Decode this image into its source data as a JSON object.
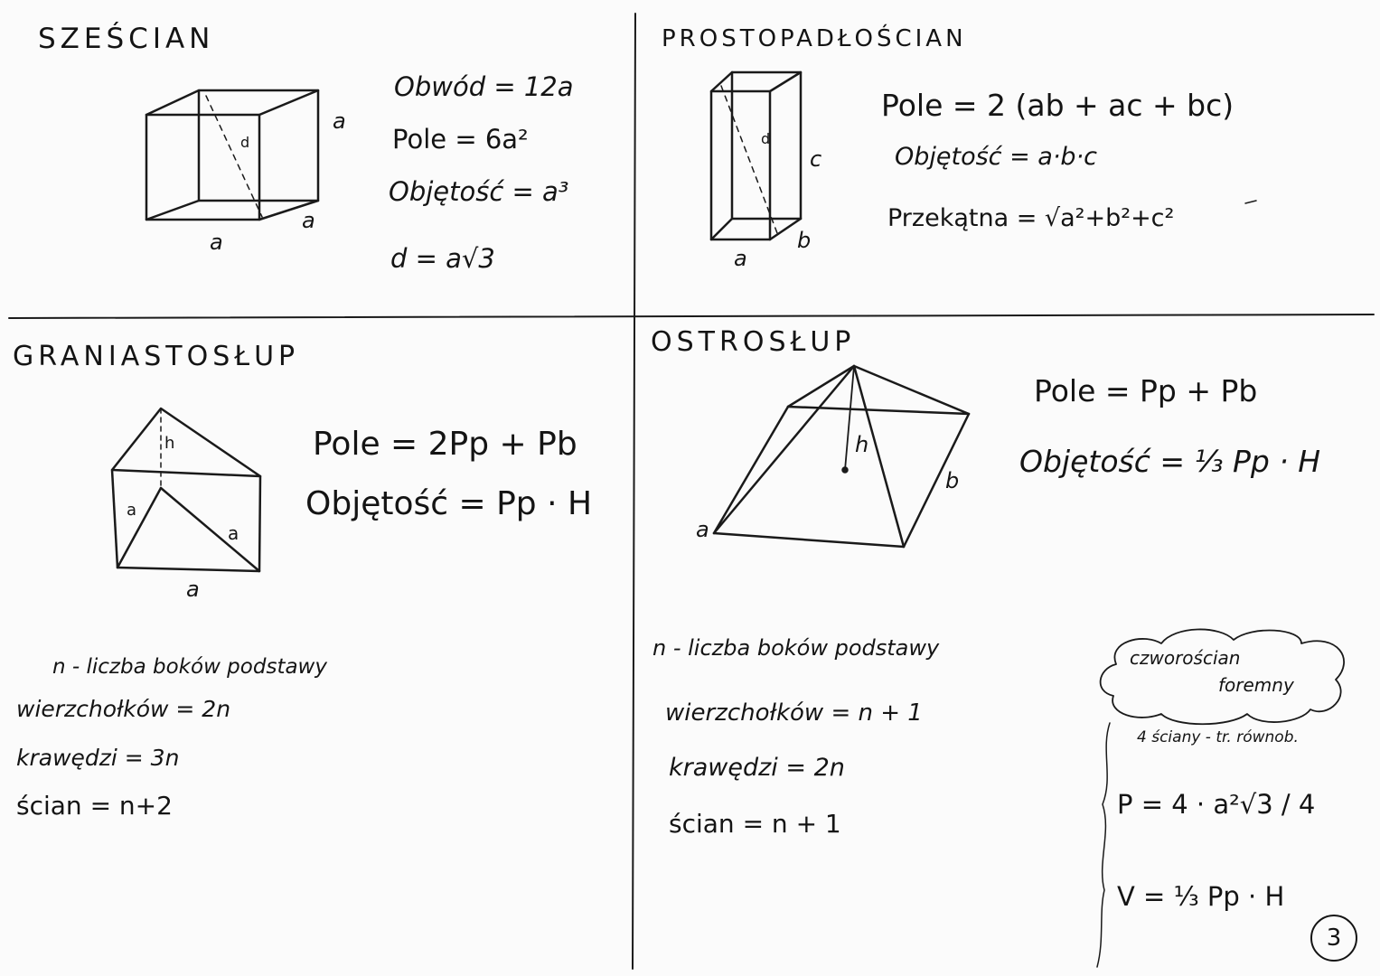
{
  "szescian": {
    "title": "SZEŚCIAN",
    "obwod": "Obwód = 12a",
    "pole": "Pole = 6a²",
    "objetosc": "Objętość = a³",
    "d": "d = a√3",
    "labels": {
      "a_bottom": "a",
      "a_side": "a",
      "a_right": "a",
      "d": "d"
    }
  },
  "prostopadloscian": {
    "title": "PROSTOPADŁOŚCIAN",
    "pole": "Pole = 2 (ab + ac + bc)",
    "objetosc": "Objętość = a·b·c",
    "przekatna": "Przekątna = √a²+b²+c²",
    "labels": {
      "a": "a",
      "b": "b",
      "c": "c",
      "d": "d"
    }
  },
  "graniastoslup": {
    "title": "GRANIASTOSŁUP",
    "pole": "Pole = 2Pp + Pb",
    "objetosc": "Objętość = Pp · H",
    "n_def": "n - liczba boków podstawy",
    "wierzcholkow": "wierzchołków = 2n",
    "krawedzi": "krawędzi = 3n",
    "scian": "ścian = n+2",
    "labels": {
      "h": "h",
      "a_left": "a",
      "a_right": "a",
      "a_bottom": "a"
    }
  },
  "ostroslup": {
    "title": "OSTROSŁUP",
    "pole": "Pole = Pp + Pb",
    "objetosc": "Objętość = ⅓ Pp · H",
    "n_def": "n - liczba boków podstawy",
    "wierzcholkow": "wierzchołków = n + 1",
    "krawedzi": "krawędzi = 2n",
    "scian": "ścian = n + 1",
    "labels": {
      "h": "h",
      "a": "a",
      "b": "b"
    }
  },
  "czworoscian": {
    "cloud_line1": "czworościan",
    "cloud_line2": "foremny",
    "sciany": "4 ściany - tr. równob.",
    "P": "P = 4 · a²√3 / 4",
    "V": "V = ⅓ Pp · H"
  },
  "page_number": "3"
}
